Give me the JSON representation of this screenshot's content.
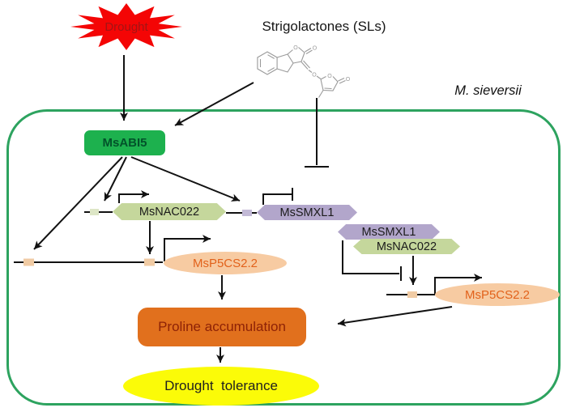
{
  "stimuli": {
    "drought_label": "Drought",
    "strigolactones_label": "Strigolactones (SLs)"
  },
  "organism": {
    "label": "M. sieversii"
  },
  "nodes": {
    "msabi5": {
      "label": "MsABI5"
    },
    "msnac022_gene": {
      "label": "MsNAC022"
    },
    "mssmxl1_gene": {
      "label": "MsSMXL1"
    },
    "complex": {
      "mssmxl1": "MsSMXL1",
      "msnac022": "MsNAC022"
    },
    "msp5cs22_left": {
      "label": "MsP5CS2.2"
    },
    "msp5cs22_right": {
      "label": "MsP5CS2.2"
    },
    "proline": {
      "label": "Proline accumulation"
    },
    "drought_tolerance": {
      "label": "Drought  tolerance"
    }
  },
  "chem": {
    "atom_o": "O"
  },
  "colors": {
    "starburst_red": "#f40505",
    "drought_text": "#a31414",
    "msabi5_bg": "#1db14e",
    "msabi5_text": "#02522a",
    "gene_green": "#c5d79c",
    "gene_purple": "#b2a6cb",
    "gene_text": "#1b1b1b",
    "ellipse_peach": "#f7cba2",
    "ellipse_text": "#e2621b",
    "proline_bg": "#e1701d",
    "proline_text": "#8e2206",
    "tolerance_yellow": "#fbfb08",
    "tolerance_text": "#1f1f1f",
    "border_green": "#2da35f",
    "promoter_peach": "#f0cba4",
    "promoter_green": "#dde6c6",
    "promoter_purple": "#c3bad7",
    "chem_gray": "#9a9a9a",
    "line_black": "#121212"
  }
}
